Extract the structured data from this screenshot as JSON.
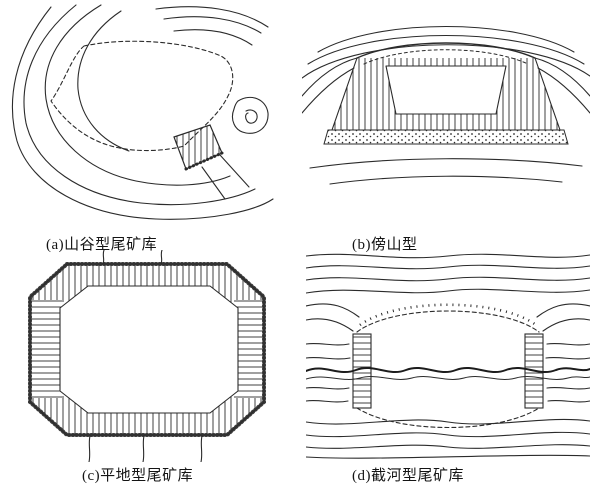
{
  "figures": [
    {
      "label": "a",
      "caption": "(a)山谷型尾矿库",
      "type": "valley-type-tailings-pond"
    },
    {
      "label": "b",
      "caption": "(b)傍山型",
      "type": "hillside-type"
    },
    {
      "label": "c",
      "caption": "(c)平地型尾矿库",
      "type": "flat-land-type-tailings-pond"
    },
    {
      "label": "d",
      "caption": "(d)截河型尾矿库",
      "type": "river-blocking-type-tailings-pond"
    }
  ],
  "colors": {
    "ink": "#2b2b2b",
    "paper": "#ffffff"
  }
}
